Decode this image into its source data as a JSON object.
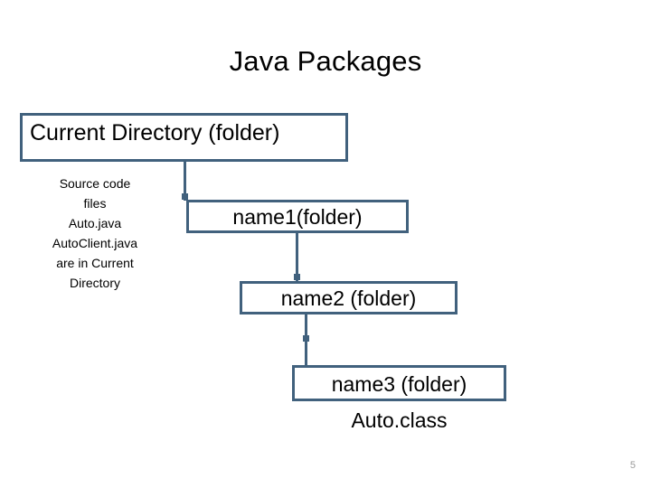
{
  "slide": {
    "title": "Java Packages",
    "page_number": "5",
    "accent_color": "#41617d",
    "background_color": "#ffffff",
    "text_color": "#000000",
    "page_number_color": "#9a9a9a"
  },
  "boxes": {
    "current_directory": {
      "label": "Current Directory (folder)"
    },
    "name1": {
      "label": "name1(folder)"
    },
    "name2": {
      "label": "name2 (folder)"
    },
    "name3": {
      "label": "name3 (folder)"
    }
  },
  "captions": {
    "auto_class": "Auto.class"
  },
  "source_note": {
    "lines": [
      "Source code",
      "files",
      "Auto.java",
      "AutoClient.java",
      "are in Current",
      "Directory"
    ]
  }
}
